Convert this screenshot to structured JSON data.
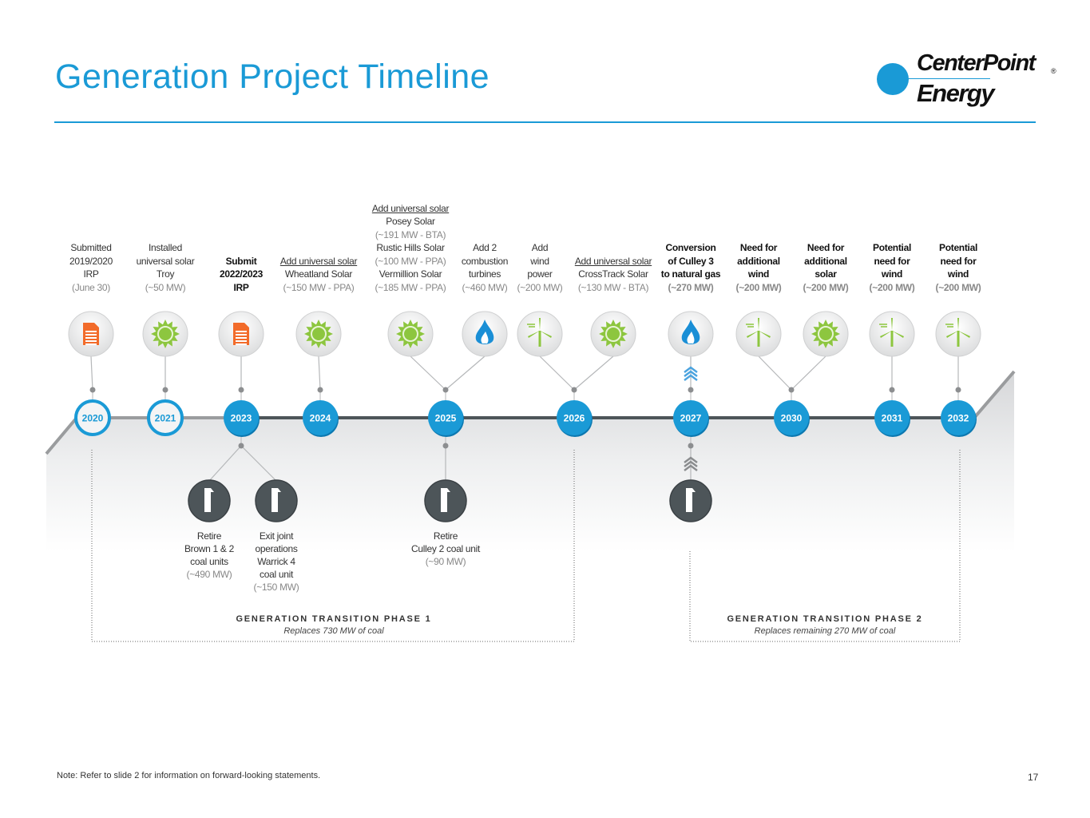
{
  "title": "Generation Project Timeline",
  "logo": {
    "line1": "CenterPoint",
    "line2": "Energy",
    "reg": "®"
  },
  "colors": {
    "accent": "#1a9ad6",
    "solar": "#8dc63f",
    "document": "#f26b2a",
    "gas": "#1a8fd6",
    "coal": "#4d5559"
  },
  "years": [
    {
      "label": "2020",
      "style": "outline"
    },
    {
      "label": "2021",
      "style": "outline"
    },
    {
      "label": "2023",
      "style": "filled"
    },
    {
      "label": "2024",
      "style": "filled"
    },
    {
      "label": "2025",
      "style": "filled"
    },
    {
      "label": "2026",
      "style": "filled"
    },
    {
      "label": "2027",
      "style": "filled"
    },
    {
      "label": "2030",
      "style": "filled"
    },
    {
      "label": "2031",
      "style": "filled"
    },
    {
      "label": "2032",
      "style": "filled"
    }
  ],
  "top_items": [
    {
      "icon": "document-icon",
      "year": "2020",
      "lines": [
        {
          "t": "Submitted",
          "s": ""
        },
        {
          "t": "2019/2020",
          "s": ""
        },
        {
          "t": "IRP",
          "s": ""
        },
        {
          "t": "(June 30)",
          "s": "m"
        }
      ]
    },
    {
      "icon": "sun-icon",
      "year": "2021",
      "lines": [
        {
          "t": "Installed",
          "s": ""
        },
        {
          "t": "universal solar",
          "s": ""
        },
        {
          "t": "Troy",
          "s": ""
        },
        {
          "t": "(~50 MW)",
          "s": "m"
        }
      ]
    },
    {
      "icon": "document-icon",
      "year": "2023",
      "lines": [
        {
          "t": "Submit",
          "s": "b"
        },
        {
          "t": "2022/2023",
          "s": "b"
        },
        {
          "t": "IRP",
          "s": "b"
        }
      ]
    },
    {
      "icon": "sun-icon",
      "year": "2024",
      "lines": [
        {
          "t": "Add universal solar",
          "s": "u"
        },
        {
          "t": "Wheatland Solar",
          "s": ""
        },
        {
          "t": "(~150 MW - PPA)",
          "s": "m"
        }
      ]
    },
    {
      "icon": "sun-icon",
      "year": "2025",
      "lines": [
        {
          "t": "Add universal solar",
          "s": "u"
        },
        {
          "t": "Posey Solar",
          "s": ""
        },
        {
          "t": "(~191 MW - BTA)",
          "s": "m"
        },
        {
          "t": "Rustic Hills Solar",
          "s": ""
        },
        {
          "t": "(~100 MW - PPA)",
          "s": "m"
        },
        {
          "t": "Vermillion Solar",
          "s": ""
        },
        {
          "t": "(~185 MW - PPA)",
          "s": "m"
        }
      ]
    },
    {
      "icon": "flame-icon",
      "year": "2025",
      "lines": [
        {
          "t": "Add 2",
          "s": ""
        },
        {
          "t": "combustion",
          "s": ""
        },
        {
          "t": "turbines",
          "s": ""
        },
        {
          "t": "(~460 MW)",
          "s": "m"
        }
      ]
    },
    {
      "icon": "wind-turbine-icon",
      "year": "2026",
      "lines": [
        {
          "t": "Add",
          "s": ""
        },
        {
          "t": "wind",
          "s": ""
        },
        {
          "t": "power",
          "s": ""
        },
        {
          "t": "(~200 MW)",
          "s": "m"
        }
      ]
    },
    {
      "icon": "sun-icon",
      "year": "2026",
      "lines": [
        {
          "t": "Add universal solar",
          "s": "u"
        },
        {
          "t": "CrossTrack Solar",
          "s": ""
        },
        {
          "t": "(~130 MW - BTA)",
          "s": "m"
        }
      ]
    },
    {
      "icon": "flame-icon",
      "year": "2027",
      "lines": [
        {
          "t": "Conversion",
          "s": "b"
        },
        {
          "t": "of Culley 3",
          "s": "b"
        },
        {
          "t": "to natural gas",
          "s": "b"
        },
        {
          "t": "(~270 MW)",
          "s": "b m"
        }
      ]
    },
    {
      "icon": "wind-turbine-icon",
      "year": "2030",
      "lines": [
        {
          "t": "Need for",
          "s": "b"
        },
        {
          "t": "additional",
          "s": "b"
        },
        {
          "t": "wind",
          "s": "b"
        },
        {
          "t": "(~200 MW)",
          "s": "b m"
        }
      ]
    },
    {
      "icon": "sun-icon",
      "year": "2030",
      "lines": [
        {
          "t": "Need for",
          "s": "b"
        },
        {
          "t": "additional",
          "s": "b"
        },
        {
          "t": "solar",
          "s": "b"
        },
        {
          "t": "(~200 MW)",
          "s": "b m"
        }
      ]
    },
    {
      "icon": "wind-turbine-icon",
      "year": "2031",
      "lines": [
        {
          "t": "Potential",
          "s": "b"
        },
        {
          "t": "need for",
          "s": "b"
        },
        {
          "t": "wind",
          "s": "b"
        },
        {
          "t": "(~200 MW)",
          "s": "b m"
        }
      ]
    },
    {
      "icon": "wind-turbine-icon",
      "year": "2032",
      "lines": [
        {
          "t": "Potential",
          "s": "b"
        },
        {
          "t": "need for",
          "s": "b"
        },
        {
          "t": "wind",
          "s": "b"
        },
        {
          "t": "(~200 MW)",
          "s": "b m"
        }
      ]
    }
  ],
  "bottom_items": [
    {
      "icon": "coal-smokestack-icon",
      "year": "2023",
      "lines": [
        {
          "t": "Retire",
          "s": ""
        },
        {
          "t": "Brown 1 & 2",
          "s": ""
        },
        {
          "t": "coal units",
          "s": ""
        },
        {
          "t": "(~490 MW)",
          "s": "m"
        }
      ]
    },
    {
      "icon": "coal-smokestack-icon",
      "year": "2023",
      "lines": [
        {
          "t": "Exit joint",
          "s": ""
        },
        {
          "t": "operations",
          "s": ""
        },
        {
          "t": "Warrick 4",
          "s": ""
        },
        {
          "t": "coal unit",
          "s": ""
        },
        {
          "t": "(~150 MW)",
          "s": "m"
        }
      ]
    },
    {
      "icon": "coal-smokestack-icon",
      "year": "2025",
      "lines": [
        {
          "t": "Retire",
          "s": ""
        },
        {
          "t": "Culley 2 coal unit",
          "s": ""
        },
        {
          "t": "(~90 MW)",
          "s": "m"
        }
      ]
    },
    {
      "icon": "coal-smokestack-icon",
      "year": "2027",
      "lines": []
    }
  ],
  "phases": [
    {
      "title": "GENERATION TRANSITION PHASE 1",
      "subtitle": "Replaces 730 MW of coal"
    },
    {
      "title": "GENERATION TRANSITION PHASE 2",
      "subtitle": "Replaces remaining 270 MW of coal"
    }
  ],
  "footer": {
    "note": "Note: Refer to slide 2 for information on forward-looking statements.",
    "page": "17"
  }
}
